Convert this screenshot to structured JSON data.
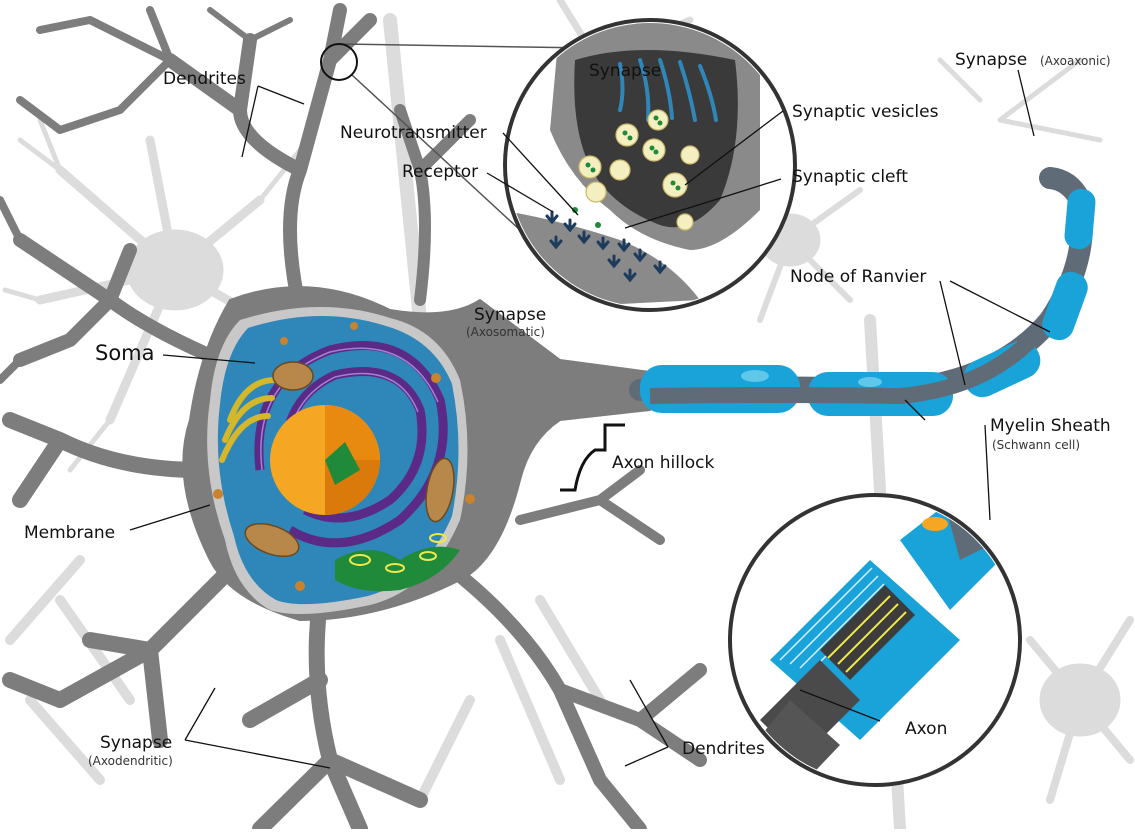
{
  "labels": {
    "dendrites_top": "Dendrites",
    "synapse_inset_title": "Synapse",
    "neurotransmitter": "Neurotransmitter",
    "receptor": "Receptor",
    "synaptic_vesicles": "Synaptic vesicles",
    "synaptic_cleft": "Synaptic cleft",
    "synapse_axoaxonic": "Synapse",
    "axoaxonic_sub": "(Axoaxonic)",
    "synapse_axosomatic": "Synapse",
    "axosomatic_sub": "(Axosomatic)",
    "soma": "Soma",
    "node_of_ranvier": "Node of Ranvier",
    "myelin_sheath": "Myelin Sheath",
    "schwann_sub": "(Schwann cell)",
    "axon_hillock": "Axon hillock",
    "membrane": "Membrane",
    "axon": "Axon",
    "synapse_axodendritic": "Synapse",
    "axodendritic_sub": "(Axodendritic)",
    "dendrites_bottom": "Dendrites"
  },
  "colors": {
    "neuron": "#7d7d7d",
    "background_neurons": "#d9d9d9",
    "cytoplasm": "#2f86b8",
    "myelin": "#1aa3d8",
    "axon_core": "#5f6c78",
    "endoplasmic_reticulum": "#5b2a86",
    "nucleus": "#f5a623",
    "nucleolus": "#1f8a3a",
    "mitochondria": "#b8874a",
    "golgi": "#d4b72a",
    "vesicle": "#f4efc0",
    "receptor": "#1d3b5c"
  }
}
